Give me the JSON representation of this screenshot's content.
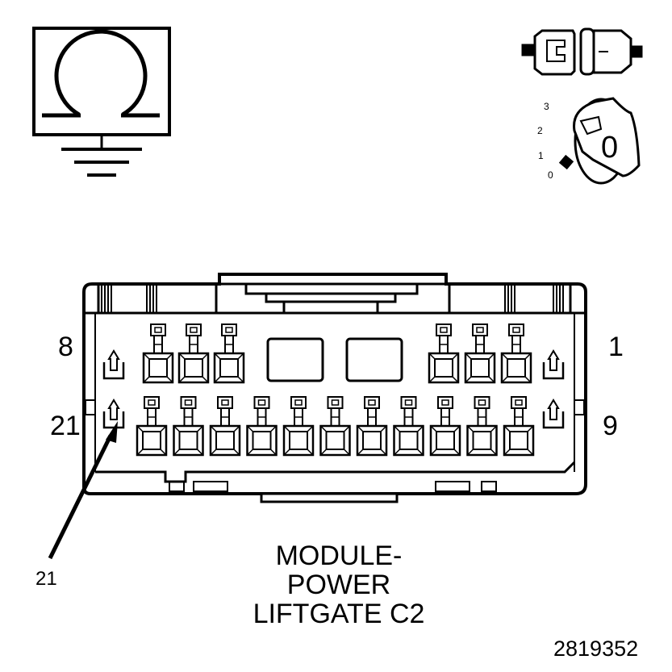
{
  "connector": {
    "caption_line1": "MODULE-",
    "caption_line2": "POWER",
    "caption_line3": "LIFTGATE C2",
    "pin_labels": {
      "top_left": "8",
      "top_right": "1",
      "bottom_left": "21",
      "bottom_right": "9"
    },
    "callout_label": "21",
    "figure_number": "2819352"
  },
  "ignition_key": {
    "positions": [
      "3",
      "2",
      "1",
      "0"
    ],
    "key_symbol": "0"
  },
  "icons": {
    "ground_symbol": "ohm-ground-icon",
    "connector_view": "connector-halves-icon",
    "ignition": "ignition-key-icon"
  }
}
